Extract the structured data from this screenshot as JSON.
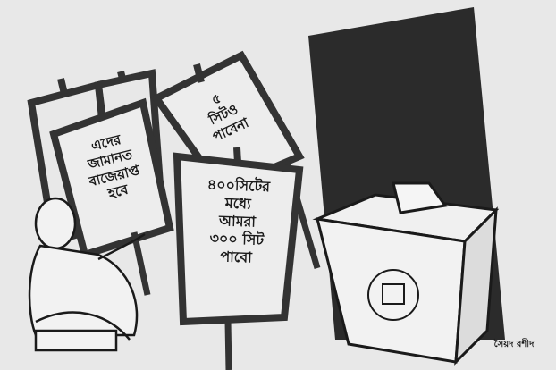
{
  "cartoon": {
    "signs": [
      {
        "id": "deposit",
        "text": "এদের\nজামানত\nবাজেয়াপ্ত\nহবে"
      },
      {
        "id": "five-seats",
        "text": "৫\nসিটও\nপাবেনা"
      },
      {
        "id": "three-hundred",
        "text": "৪০০সিটের\nমধ্যে\nআমরা\n৩০০ সিট\nপাবো"
      }
    ],
    "signature": "সৈয়দ রশীদ",
    "colors": {
      "background": "#e8e8e8",
      "ink": "#1a1a1a",
      "dark_panel": "#2a2a2a"
    }
  }
}
